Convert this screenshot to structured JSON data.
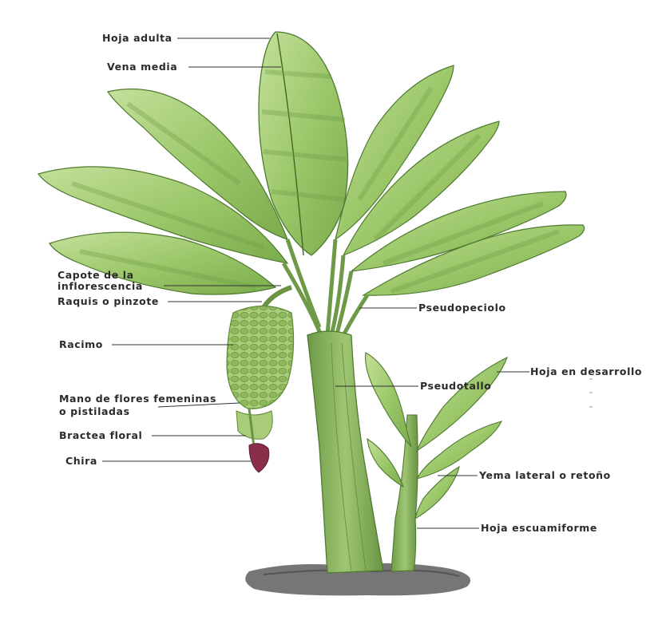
{
  "colors": {
    "leaf_light": "#b7d98a",
    "leaf_mid": "#8fbf5e",
    "leaf_dark": "#5e8f3a",
    "stem": "#7fa85a",
    "fruit": "#9cc46a",
    "flower_bud": "#8a2f4a",
    "ground": "#5a5a5a",
    "label_text": "#2b2b2b",
    "leader_line": "#333333"
  },
  "labels": {
    "hoja_adulta": "Hoja adulta",
    "vena_media": "Vena media",
    "capote_line1": "Capote de la",
    "capote_line2": "inflorescencia",
    "raquis": "Raquis o pinzote",
    "racimo": "Racimo",
    "mano_line1": "Mano de flores femeninas",
    "mano_line2": "o pistiladas",
    "bractea": "Bractea floral",
    "chira": "Chira",
    "pseudopeciolo": "Pseudopeciolo",
    "hoja_desarrollo": "Hoja en desarrollo",
    "pseudotallo": "Pseudotallo",
    "yema": "Yema lateral o retoño",
    "hoja_escuamiforme": "Hoja escuamiforme"
  }
}
